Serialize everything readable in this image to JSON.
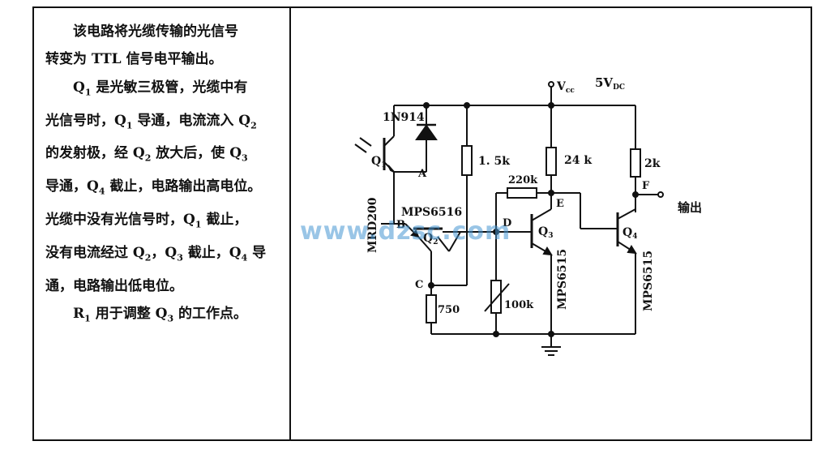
{
  "description_lines": [
    [
      "该电路将光缆传输的光信号"
    ],
    [
      "转变为 TTL 信号电平输出。"
    ],
    [
      "Q",
      "1",
      " 是光敏三极管，光缆中有"
    ],
    [
      "光信号时，Q",
      "1",
      " 导通，电流流入 Q",
      "2"
    ],
    [
      "的发射极，经 Q",
      "2",
      " 放大后，使 Q",
      "3"
    ],
    [
      "导通，Q",
      "4",
      " 截止，电路输出高电位。"
    ],
    [
      "光缆中没有光信号时，Q",
      "1",
      " 截止，"
    ],
    [
      "没有电流经过 Q",
      "2",
      "，Q",
      "3",
      " 截止，Q",
      "4",
      " 导"
    ],
    [
      "通，电路输出低电位。"
    ],
    [
      "R",
      "1",
      " 用于调整 Q",
      "3",
      " 的工作点。"
    ]
  ],
  "indent_lines": [
    0,
    2,
    9
  ],
  "schematic": {
    "vcc_label": "V",
    "vcc_sub": "cc",
    "supply": "5V",
    "supply_sub": "DC",
    "diode_label": "1N914",
    "q1": "Q",
    "q1_sub": "1",
    "q1_part": "MRD200",
    "q2_part": "MPS6516",
    "q2": "Q",
    "q2_sub": "2",
    "q3": "Q",
    "q3_sub": "3",
    "q3_part": "MPS6515",
    "q4": "Q",
    "q4_sub": "4",
    "q4_part": "MPS6515",
    "r_1k5": "1. 5k",
    "r_24k": "24 k",
    "r_2k": "2k",
    "r_220k": "220k",
    "r_100k": "100k",
    "r_750": "750",
    "node_a": "A",
    "node_b": "B",
    "node_c": "C",
    "node_d": "D",
    "node_e": "E",
    "node_f": "F",
    "output": "输出"
  },
  "watermark": "www.dzsc.com"
}
